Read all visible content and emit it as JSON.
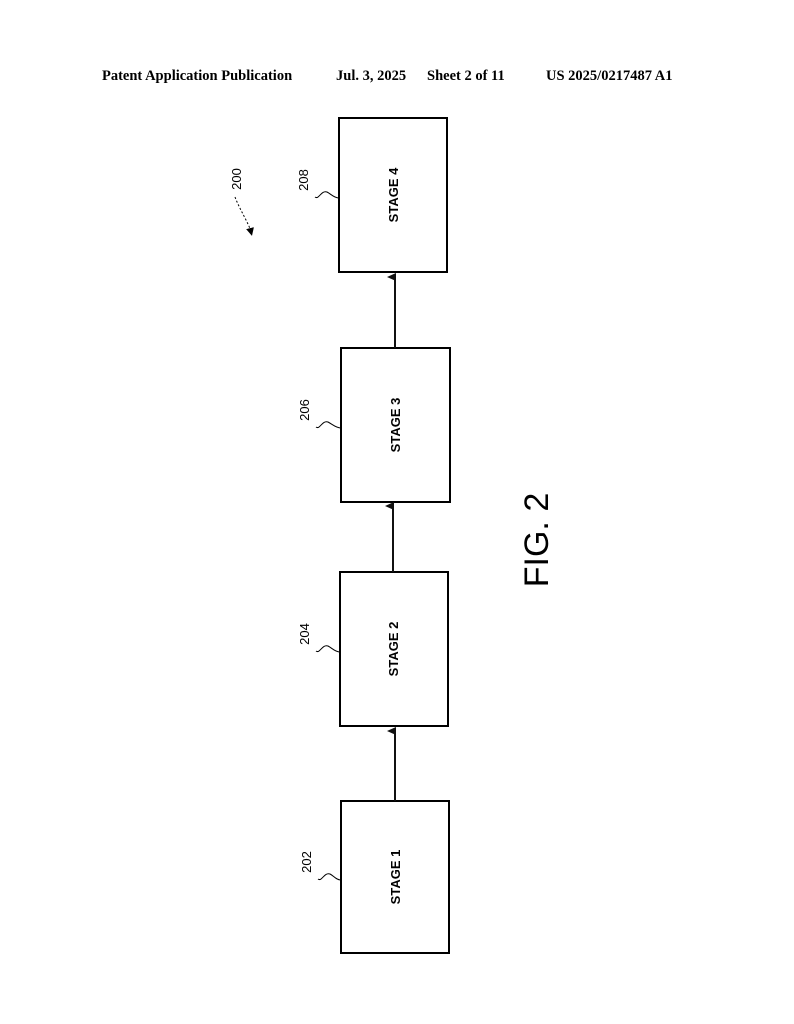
{
  "header": {
    "publication": "Patent Application Publication",
    "date": "Jul. 3, 2025",
    "sheet": "Sheet 2 of 11",
    "number": "US 2025/0217487 A1"
  },
  "diagram": {
    "ref": "200",
    "figure": "FIG. 2",
    "stages": [
      {
        "label": "STAGE 1",
        "ref": "202"
      },
      {
        "label": "STAGE 2",
        "ref": "204"
      },
      {
        "label": "STAGE 3",
        "ref": "206"
      },
      {
        "label": "STAGE 4",
        "ref": "208"
      }
    ]
  }
}
